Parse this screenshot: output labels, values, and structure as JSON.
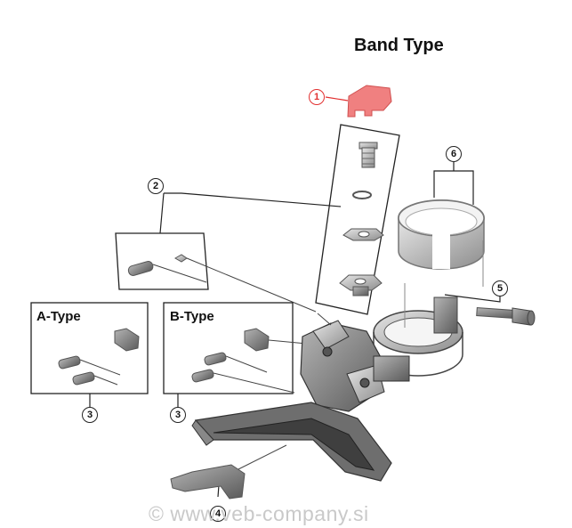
{
  "diagram": {
    "title": "Band Type",
    "boxes": [
      {
        "label": "A-Type"
      },
      {
        "label": "B-Type"
      }
    ],
    "callouts": [
      {
        "number": "1",
        "color": "#e23030"
      },
      {
        "number": "2"
      },
      {
        "number": "3"
      },
      {
        "number": "3"
      },
      {
        "number": "4"
      },
      {
        "number": "5"
      },
      {
        "number": "6"
      }
    ],
    "watermark": "© www.veb-company.si",
    "highlight_color": "#f08080"
  }
}
